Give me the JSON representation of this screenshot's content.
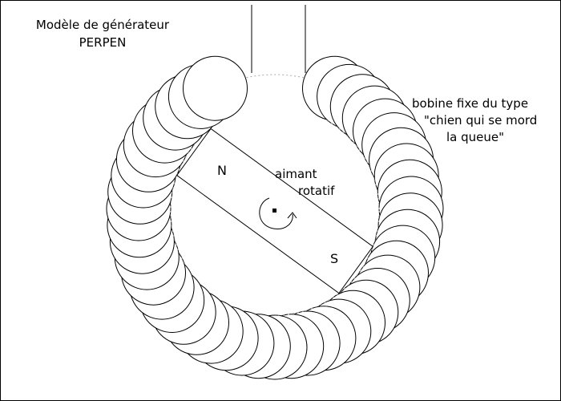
{
  "title": {
    "line1": "Modèle de générateur",
    "line2": "PERPEN"
  },
  "labels": {
    "coil_line1": "bobine fixe du type",
    "coil_line2": "\"chien qui se mord",
    "coil_line3": "la queue\"",
    "magnet_line1": "aimant",
    "magnet_line2": "rotatif",
    "pole_north": "N",
    "pole_south": "S"
  },
  "colors": {
    "stroke": "#000000",
    "fill": "#ffffff",
    "guide": "#aaaaaa"
  }
}
